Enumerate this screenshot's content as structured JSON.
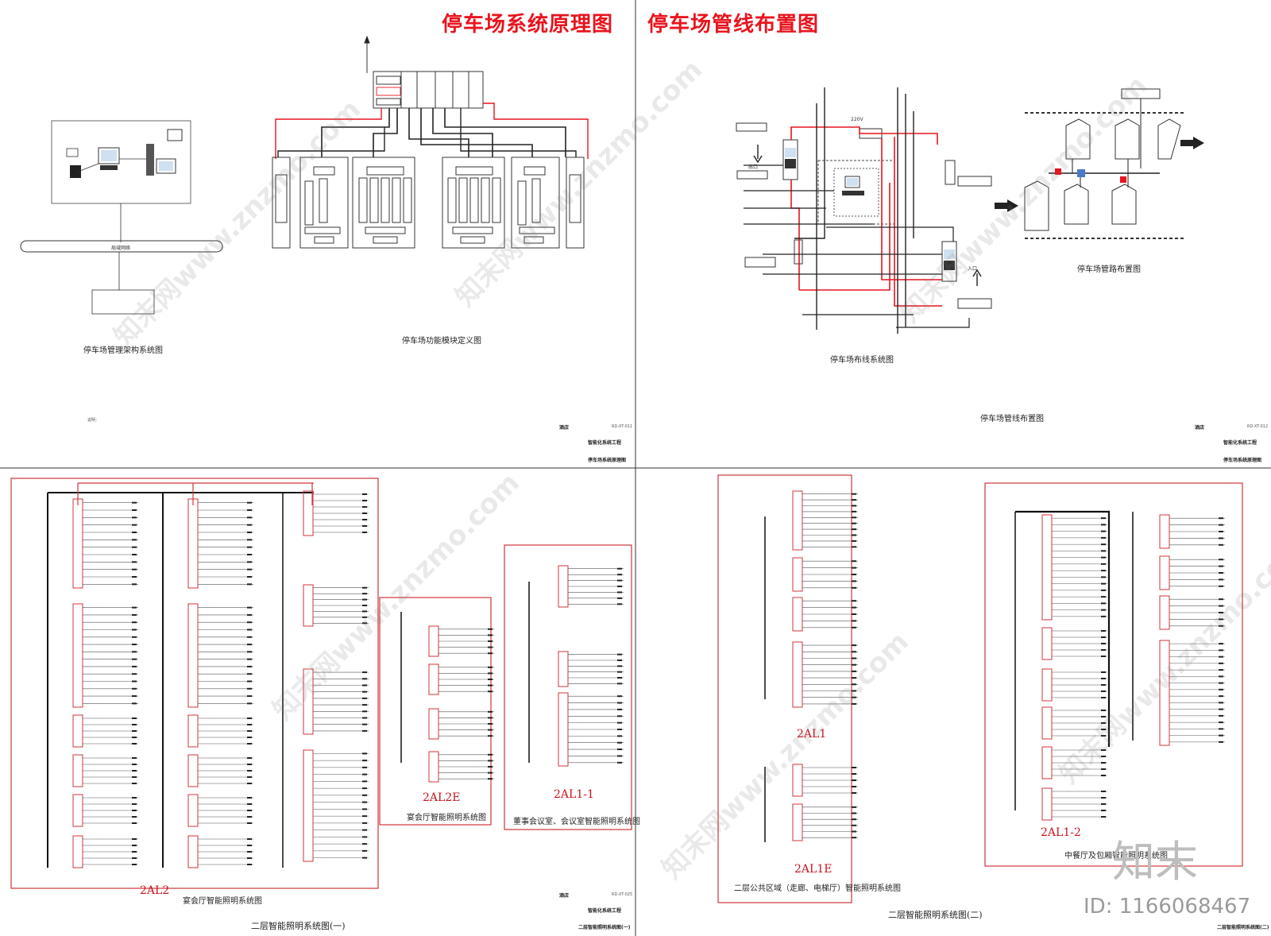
{
  "headings": {
    "left_title": "停车场系统原理图",
    "right_title": "停车场管线布置图"
  },
  "captions": {
    "mgmt_arch": "停车场管理架构系统图",
    "module_def": "停车场功能模块定义图",
    "wiring_system": "停车场布线系统图",
    "pipe_layout_small": "停车场管路布置图",
    "pipe_layout": "停车场管线布置图",
    "hall_lighting": "宴会厅智能照明系统图",
    "floor2_lighting_1": "二层智能照明系统图(一)",
    "banquet_e_lighting": "宴会厅智能照明系统图",
    "meeting_lighting": "董事会议室、会议室智能照明系统图",
    "public_lighting": "二层公共区域（走廊、电梯厅）智能照明系统图",
    "dining_lighting": "中餐厅及包厢智能照明系统图",
    "floor2_lighting_2": "二层智能照明系统图(二)"
  },
  "panels": {
    "al2": "2AL2",
    "al2e": "2AL2E",
    "al1_1": "2AL1-1",
    "al1": "2AL1",
    "al1e": "2AL1E",
    "al1_2": "2AL1-2"
  },
  "sheet_stamps": {
    "tl_hotel": "酒店",
    "tl_no": "RD-XT-011",
    "tl_project": "智能化系统工程",
    "tl_name": "停车场系统原理图",
    "tr_hotel": "酒店",
    "tr_no": "RD-XT-012",
    "tr_project": "智能化系统工程",
    "tr_name": "停车场系统原理图",
    "bl_hotel": "酒店",
    "bl_no": "RD-XT-025",
    "bl_project": "智能化系统工程",
    "bl_name": "二层智能照明系统图(一)",
    "br_name": "二层智能照明系统图(二)"
  },
  "labels": {
    "network": "局域网络",
    "entry_arrow": "入口",
    "exit_arrow": "出口",
    "voltage": "220V",
    "notes_title": "说明："
  },
  "watermark": {
    "text": "知末网www.znzmo.com",
    "logo": "知末",
    "id": "ID: 1166068467"
  },
  "colors": {
    "red": "#e8141e",
    "frame_red": "#d0343a",
    "line": "#222222"
  }
}
